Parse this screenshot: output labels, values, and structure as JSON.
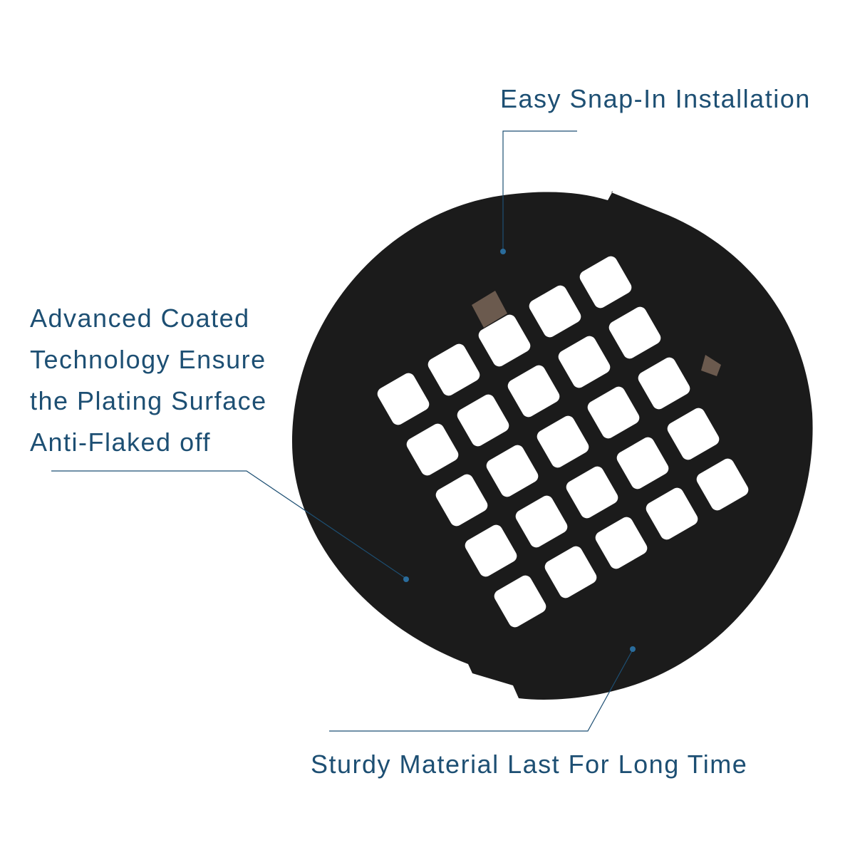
{
  "colors": {
    "text": "#1d4f73",
    "leader_line": "#1d4f73",
    "marker_dot": "#2a6c9c",
    "drain_cover": "#1b1b1b",
    "background": "#ffffff"
  },
  "callouts": {
    "installation": "Easy Snap-In Installation",
    "coating": {
      "lines": [
        "Advanced Coated",
        "Technology Ensure",
        "the Plating Surface",
        "Anti-Flaked off"
      ]
    },
    "material": "Sturdy Material Last For Long Time"
  },
  "product": {
    "icon": "round-shower-drain-cover",
    "finish": "matte black",
    "drain_hole_count": 25
  }
}
